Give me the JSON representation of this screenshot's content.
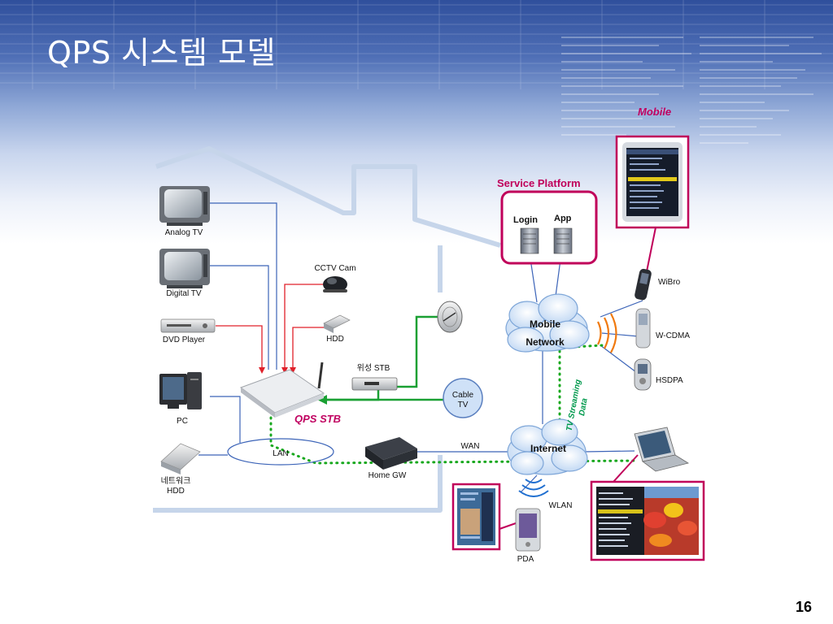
{
  "slide": {
    "title": "QPS 시스템 모델",
    "page_number": "16"
  },
  "devices": {
    "analog_tv": "Analog TV",
    "digital_tv": "Digital TV",
    "dvd_player": "DVD Player",
    "pc": "PC",
    "network_hdd": "네트워크\nHDD",
    "cctv_cam": "CCTV Cam",
    "hdd": "HDD",
    "sat_stb": "위성 STB",
    "qps_stb": "QPS STB",
    "lan": "LAN",
    "home_gw": "Home GW",
    "cable_tv": "Cable\nTV",
    "wan": "WAN",
    "wlan": "WLAN",
    "pda": "PDA",
    "wibro": "WiBro",
    "wcdma": "W-CDMA",
    "hsdpa": "HSDPA"
  },
  "service_platform": {
    "title": "Service Platform",
    "login": "Login",
    "app": "App"
  },
  "clouds": {
    "mobile_network": "Mobile\nNetwork",
    "internet": "Internet"
  },
  "labels": {
    "mobile": "Mobile",
    "tv_streaming": "TV Streaming\nData"
  },
  "colors": {
    "house_outline": "#c6d5ea",
    "red_link": "#e0202a",
    "blue_link": "#3c64b8",
    "green_link": "#1aa033",
    "green_dotted": "#18a81e",
    "magenta": "#c0005a",
    "orange_wave": "#f07a10"
  }
}
